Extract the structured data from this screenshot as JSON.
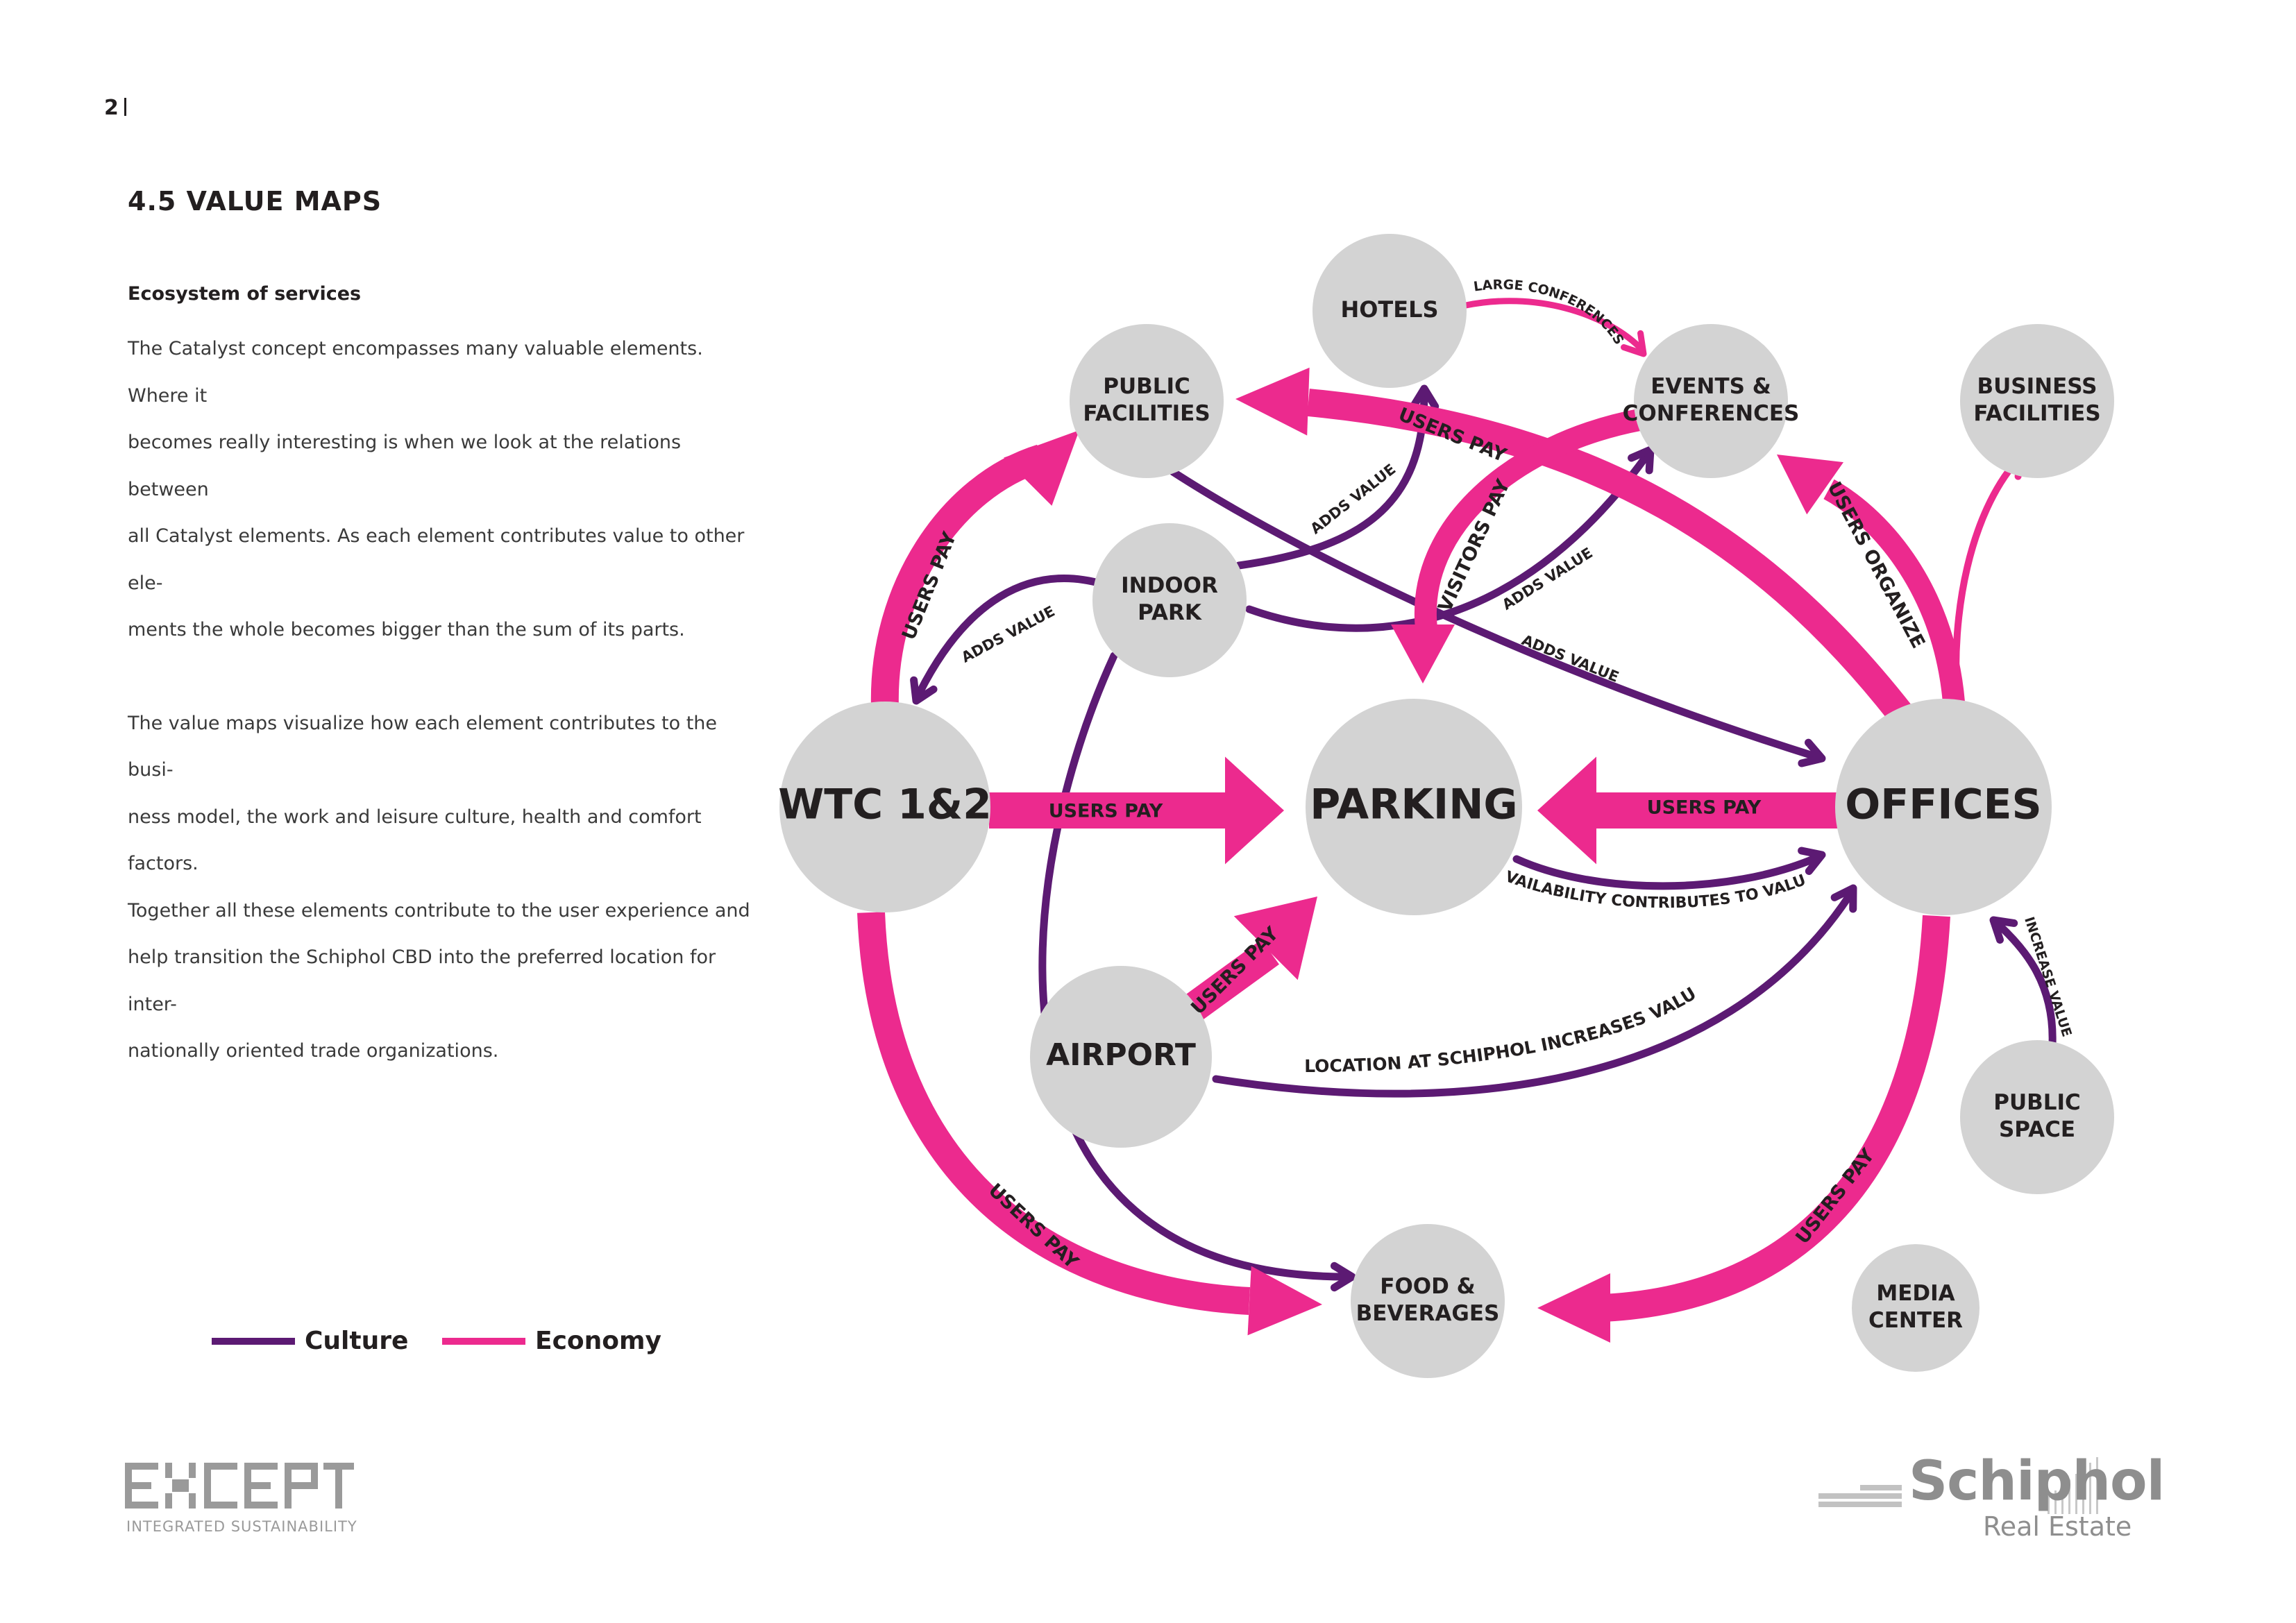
{
  "page": {
    "number": "2",
    "section_title": "4.5  VALUE MAPS"
  },
  "intro": {
    "subtitle": "Ecosystem of services",
    "paragraph1": [
      "The Catalyst concept encompasses many valuable elements. Where it",
      "becomes really interesting is when we look at the relations between",
      "all Catalyst elements.  As each element contributes value to other ele-",
      "ments the whole becomes bigger than the sum of its parts."
    ],
    "paragraph2": [
      "The value maps visualize how each element contributes to the busi-",
      "ness model, the work and leisure culture, health and comfort factors.",
      "Together all these elements contribute to the user experience and",
      "help transition the Schiphol CBD into the preferred location for inter-",
      "nationally oriented trade organizations."
    ]
  },
  "colors": {
    "culture": "#5c1a73",
    "economy": "#ec2a8e",
    "node": "#d3d3d3",
    "text": "#231f20",
    "logo_gray": "#9a9a9a"
  },
  "legend": [
    {
      "label": "Culture",
      "color": "#5c1a73"
    },
    {
      "label": "Economy",
      "color": "#ec2a8e"
    }
  ],
  "nodes": {
    "hotels": [
      "HOTELS"
    ],
    "public_facilities": [
      "PUBLIC",
      "FACILITIES"
    ],
    "events": [
      "EVENTS &",
      "CONFERENCES"
    ],
    "business_facilities": [
      "BUSINESS",
      "FACILITIES"
    ],
    "indoor_park": [
      "INDOOR",
      "PARK"
    ],
    "wtc": [
      "WTC 1&2"
    ],
    "parking": [
      "PARKING"
    ],
    "offices": [
      "OFFICES"
    ],
    "airport": [
      "AIRPORT"
    ],
    "public_space": [
      "PUBLIC",
      "SPACE"
    ],
    "food": [
      "FOOD &",
      "BEVERAGES"
    ],
    "media_center": [
      "MEDIA",
      "CENTER"
    ]
  },
  "edges": {
    "large_conferences": "LARGE CONFERENCES",
    "users_pay_offices_public": "USERS PAY",
    "users_pay_wtc_public": "USERS PAY",
    "visitors_pay": "VISITORS PAY",
    "users_organize": "USERS ORGANIZE",
    "adds_value_park_hotels": "ADDS VALUE",
    "adds_value_park_wtc": "ADDS VALUE",
    "adds_value_park_events": "ADDS VALUE",
    "adds_value_public_offices": "ADDS VALUE",
    "users_pay_wtc_parking": "USERS PAY",
    "users_pay_offices_parking": "USERS PAY",
    "availability": "AVAILABILITY CONTRIBUTES TO VALUE",
    "users_pay_airport_parking": "USERS PAY",
    "location_schiphol": "LOCATION AT SCHIPHOL INCREASES VALUE",
    "increase_value": "INCREASE VALUE",
    "users_pay_wtc_food": "USERS PAY",
    "users_pay_offices_food": "USERS PAY"
  },
  "logos": {
    "except_word": "EXCEPT",
    "except_sub": "INTEGRATED SUSTAINABILITY",
    "schiphol_word": "Schiphol",
    "schiphol_sub": "Real Estate"
  }
}
